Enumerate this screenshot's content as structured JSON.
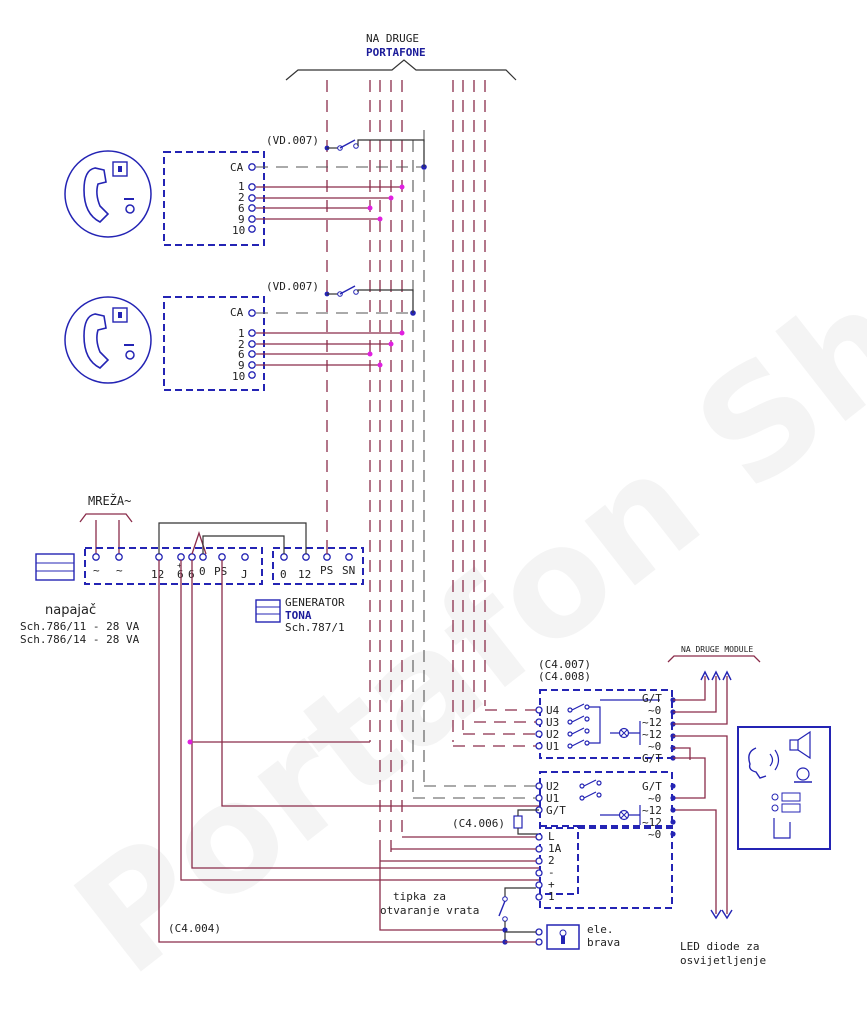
{
  "labels": {
    "top_line1": "NA DRUGE",
    "top_line2": "PORTAFONE",
    "vd1": "(VD.007)",
    "vd2": "(VD.007)",
    "term_ca": "CA",
    "term_1": "1",
    "term_2": "2",
    "term_6": "6",
    "term_9": "9",
    "term_10": "10",
    "mreza": "MREŽA~",
    "napajac": "napajač",
    "sch1": "Sch.786/11 - 28 VA",
    "sch2": "Sch.786/14 - 28 VA",
    "generator1": "GENERATOR",
    "generator2": "TONA",
    "generator3": "Sch.787/1",
    "psu_tilde": "~",
    "psu_12": "12",
    "psu_6": "6",
    "psu_0": "0",
    "psu_ps": "PS",
    "psu_j": "J",
    "psu_plus": "+",
    "psu_minus": "~",
    "gen_0": "0",
    "gen_12": "12",
    "gen_ps": "PS",
    "gen_sn": "SN",
    "c4007": "(C4.007)",
    "c4008": "(C4.008)",
    "na_druge_moduli": "NA DRUGE MODULE",
    "u4": "U4",
    "u3": "U3",
    "u2": "U2",
    "u1": "U1",
    "gt": "G/T",
    "tilde0": "~0",
    "tilde12": "~12",
    "c4006": "(C4.006)",
    "lock_l": "L",
    "lock_1a": "1A",
    "lock_2": "2",
    "lock_minus": "-",
    "lock_plus": "+",
    "lock_1": "1",
    "tipka1": "tipka za",
    "tipka2": "otvaranje vrata",
    "ele1": "ele.",
    "ele2": "brava",
    "c4004": "(C4.004)",
    "led1": "LED diode za",
    "led2": "osvijetljenje",
    "watermark": "Portafon Shop"
  }
}
